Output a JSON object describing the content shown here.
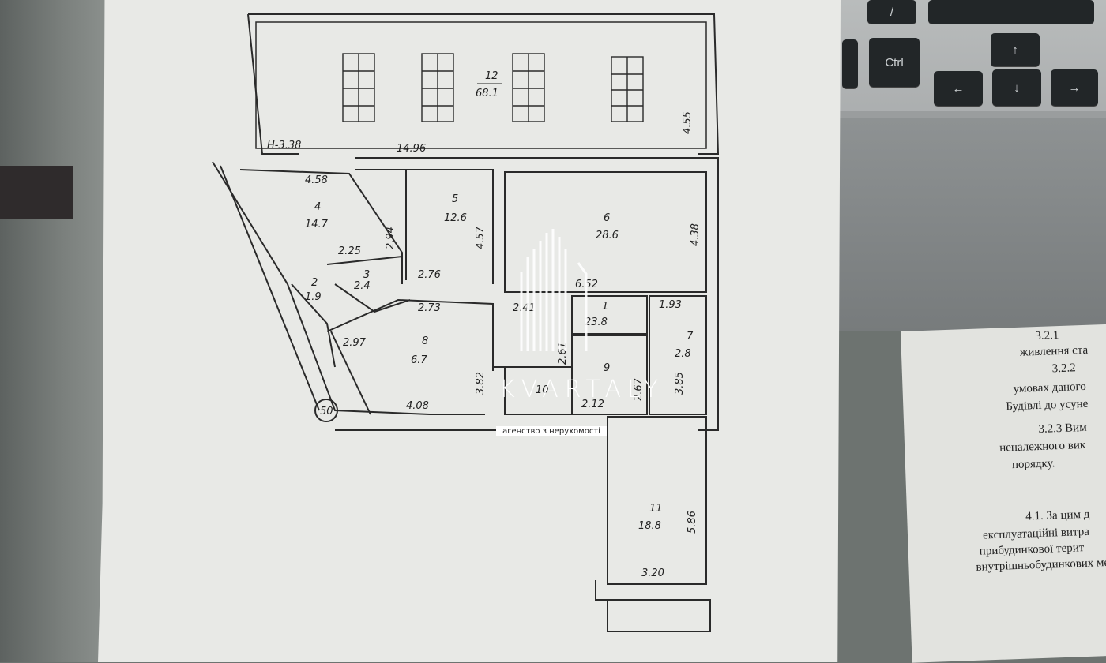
{
  "keyboard": {
    "ctrl": "Ctrl",
    "slash": "/"
  },
  "plan": {
    "overall_length": "14.96",
    "height_mark": "H-3.38",
    "rooms": [
      {
        "id": "12",
        "area": "68.1"
      },
      {
        "id": "4",
        "area": "14.7"
      },
      {
        "id": "5",
        "area": "12.6"
      },
      {
        "id": "6",
        "area": "28.6"
      },
      {
        "id": "3",
        "area": "2.4"
      },
      {
        "id": "2",
        "area": "1.9"
      },
      {
        "id": "1",
        "area": "23.8"
      },
      {
        "id": "7",
        "area": "2.8"
      },
      {
        "id": "8",
        "area": "6.7"
      },
      {
        "id": "9",
        "area": ""
      },
      {
        "id": "10",
        "area": ""
      },
      {
        "id": "11",
        "area": "18.8"
      }
    ],
    "dimensions": [
      "4.55",
      "4.58",
      "2.94",
      "4.57",
      "4.38",
      "2.25",
      "2.76",
      "6.52",
      "2.73",
      "2.41",
      "1.93",
      "2.97",
      "2.61",
      "3.82",
      "3.85",
      "2.67",
      "4.08",
      "2.12",
      "5.86",
      "3.20"
    ],
    "stair_marker": "50"
  },
  "watermark": {
    "brand": "KVARTALY",
    "tagline": "агенство з нерухомості"
  },
  "second_document": {
    "lines": [
      "3.2.1",
      "живлення ста",
      "3.2.2",
      "умовах даного",
      "Будівлі до усуне",
      "3.2.3 Вим",
      "неналежного вик",
      "порядку.",
      "4.1. За цим д",
      "експлуатаційні витра",
      "прибудинкової терит",
      "внутрішньобудинкових ме"
    ]
  },
  "colors": {
    "ink": "#222222",
    "paper": "#e8e9e6",
    "watermark": "#ffffff"
  }
}
